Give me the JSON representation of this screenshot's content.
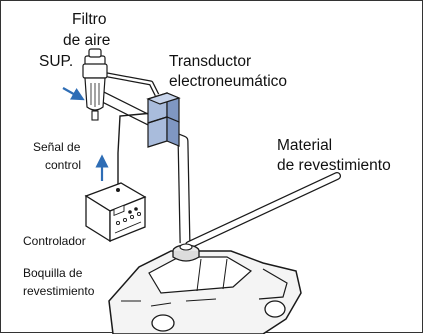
{
  "labels": {
    "filter_line1": "Filtro",
    "filter_line2": "de aire",
    "supply": "SUP.",
    "transducer_line1": "Transductor",
    "transducer_line2": "electroneumático",
    "material_line1": "Material",
    "material_line2": "de revestimiento",
    "signal_line1": "Señal de",
    "signal_line2": "control",
    "controller": "Controlador",
    "nozzle_line1": "Boquilla de",
    "nozzle_line2": "revestimiento"
  },
  "colors": {
    "pipe": "#ffffff",
    "outline": "#1a1a1a",
    "transducer_fill": "#a9bcdc",
    "transducer_dark": "#7f97c2",
    "arrow": "#2e6db5",
    "car_fill": "#f4f4f4"
  },
  "icons": {
    "supply_arrow": "arrow-right-down",
    "signal_arrow": "arrow-up"
  }
}
